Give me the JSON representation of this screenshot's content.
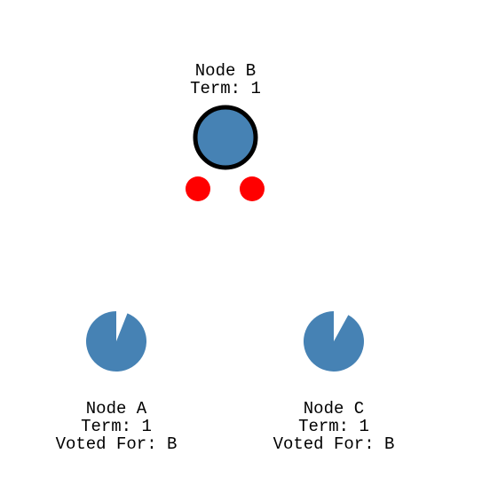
{
  "colors": {
    "node_fill": "#4682b4",
    "leader_outline": "#000000",
    "message": "#ff0000",
    "background": "#ffffff",
    "text": "#000000"
  },
  "nodes": {
    "b": {
      "name": "Node B",
      "term": "Term: 1",
      "role": "leader"
    },
    "a": {
      "name": "Node A",
      "term": "Term: 1",
      "voted_for": "Voted For: B",
      "timeout_progress": 0.94
    },
    "c": {
      "name": "Node C",
      "term": "Term: 1",
      "voted_for": "Voted For: B",
      "timeout_progress": 0.92
    }
  },
  "messages": {
    "count": 2
  }
}
